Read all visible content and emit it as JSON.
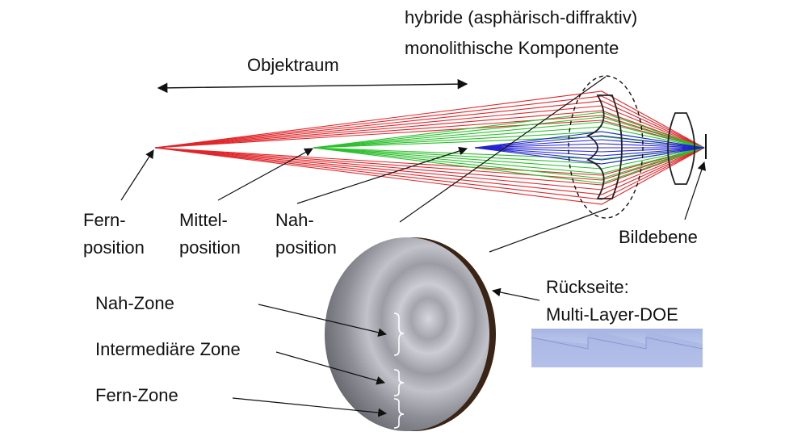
{
  "labels": {
    "top_line1": "hybride (asphärisch-diffraktiv)",
    "top_line2": "monolithische Komponente",
    "objektraum": "Objektraum",
    "fern_1": "Fern-",
    "fern_2": "position",
    "mittel_1": "Mittel-",
    "mittel_2": "position",
    "nah_1": "Nah-",
    "nah_2": "position",
    "bildebene": "Bildebene",
    "rueckseite_1": "Rückseite:",
    "rueckseite_2": "Multi-Layer-DOE",
    "nah_zone": "Nah-Zone",
    "intermediaere_zone": "Intermediäre Zone",
    "fern_zone": "Fern-Zone"
  },
  "colors": {
    "far_rays": "#e0262a",
    "mid_rays": "#2bc02b",
    "near_rays": "#2323d0",
    "lens_outline": "#222222",
    "doe_fill": "#b8c6ec",
    "disc_edge": "#3a2416"
  }
}
